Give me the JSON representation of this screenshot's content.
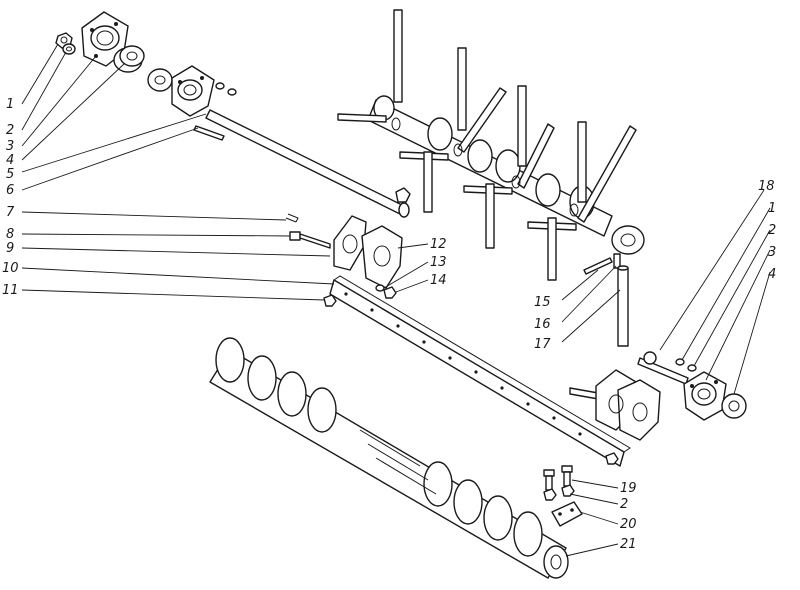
{
  "callouts": {
    "left": [
      "1",
      "2",
      "3",
      "4",
      "5",
      "6",
      "7",
      "8",
      "9",
      "10",
      "11"
    ],
    "center": [
      "12",
      "13",
      "14"
    ],
    "rake": [
      "15",
      "16",
      "17"
    ],
    "right": [
      "18",
      "1",
      "2",
      "3",
      "4"
    ],
    "bottom": [
      "19",
      "2",
      "20",
      "21"
    ]
  }
}
